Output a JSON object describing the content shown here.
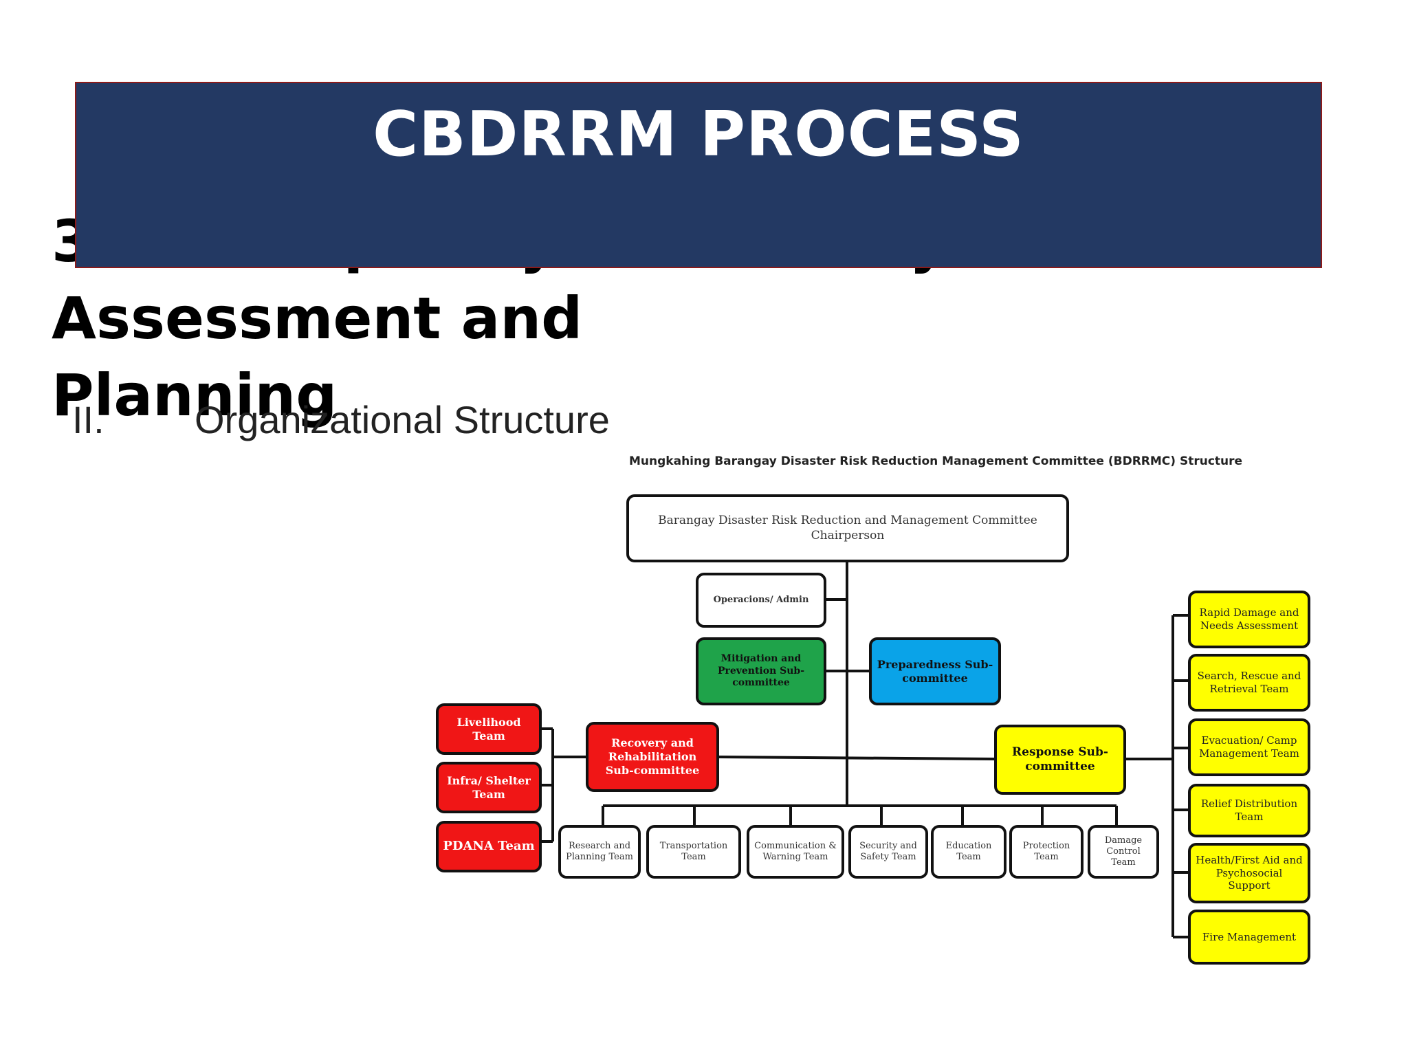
{
  "slide": {
    "heading_line1": "3. Participatory Community Risk Assessment and",
    "heading_line2": "Planning",
    "banner_title": "CBDRRM PROCESS",
    "section_numeral": "II.",
    "section_title": "Organizational Structure"
  },
  "org_chart": {
    "title": "Mungkahing Barangay Disaster Risk Reduction Management Committee (BDRRMC) Structure",
    "chairperson": {
      "line1": "Barangay Disaster Risk Reduction and Management Committee",
      "line2": "Chairperson"
    },
    "operations_admin": "Operacions/ Admin",
    "mitigation": "Mitigation and Prevention Sub-committee",
    "preparedness": "Preparedness Sub-committee",
    "recovery": "Recovery and Rehabilitation Sub-committee",
    "response": "Response Sub-committee",
    "recovery_teams": [
      "Livelihood Team",
      "Infra/ Shelter Team",
      "PDANA Team"
    ],
    "response_teams": [
      "Rapid Damage and Needs Assessment",
      "Search, Rescue and Retrieval Team",
      "Evacuation/ Camp Management Team",
      "Relief Distribution Team",
      "Health/First Aid and Psychosocial Support",
      "Fire Management"
    ],
    "bottom_teams": [
      "Research and Planning Team",
      "Transportation Team",
      "Communication & Warning Team",
      "Security and Safety Team",
      "Education Team",
      "Protection Team",
      "Damage Control Team"
    ]
  },
  "colors": {
    "banner": "#233963",
    "banner_border": "#8b1a1a",
    "green": "#1fa34a",
    "blue": "#0aa3e8",
    "red": "#f01616",
    "yellow": "#ffff00"
  }
}
